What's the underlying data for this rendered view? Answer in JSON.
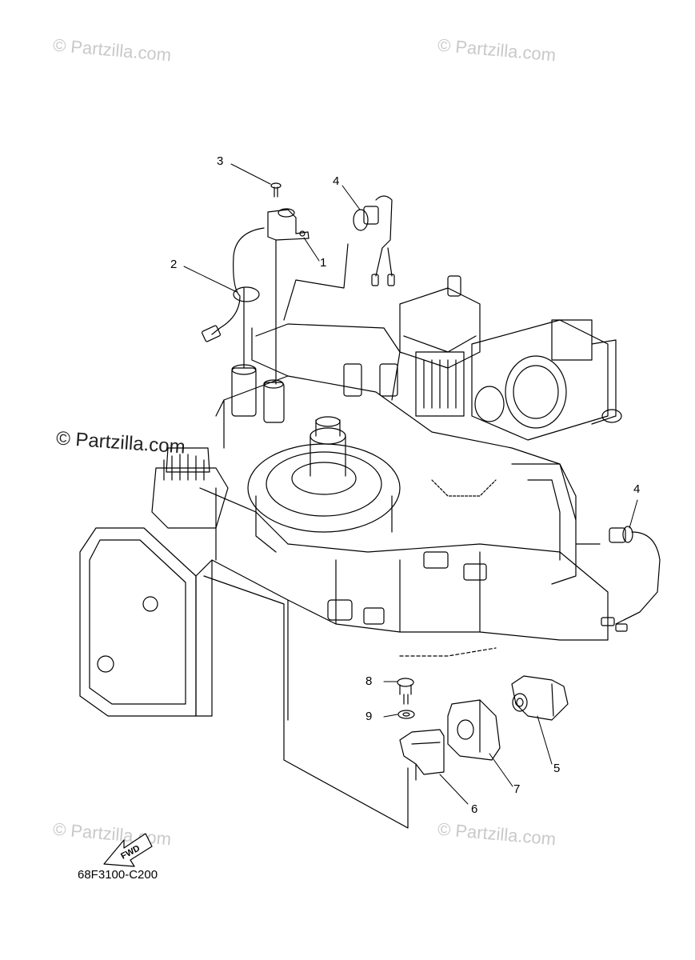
{
  "watermarks": [
    "© Partzilla.com",
    "© Partzilla.com",
    "© Partzilla.com",
    "© Partzilla.com",
    "© Partzilla.com"
  ],
  "callouts": {
    "c1": "1",
    "c2": "2",
    "c3": "3",
    "c4a": "4",
    "c4b": "4",
    "c5": "5",
    "c6": "6",
    "c7": "7",
    "c8": "8",
    "c9": "9"
  },
  "fwd_label": "FWD",
  "diagram_code": "68F3100-C200",
  "colors": {
    "line": "#000000",
    "watermark": "#c9c9c9"
  }
}
